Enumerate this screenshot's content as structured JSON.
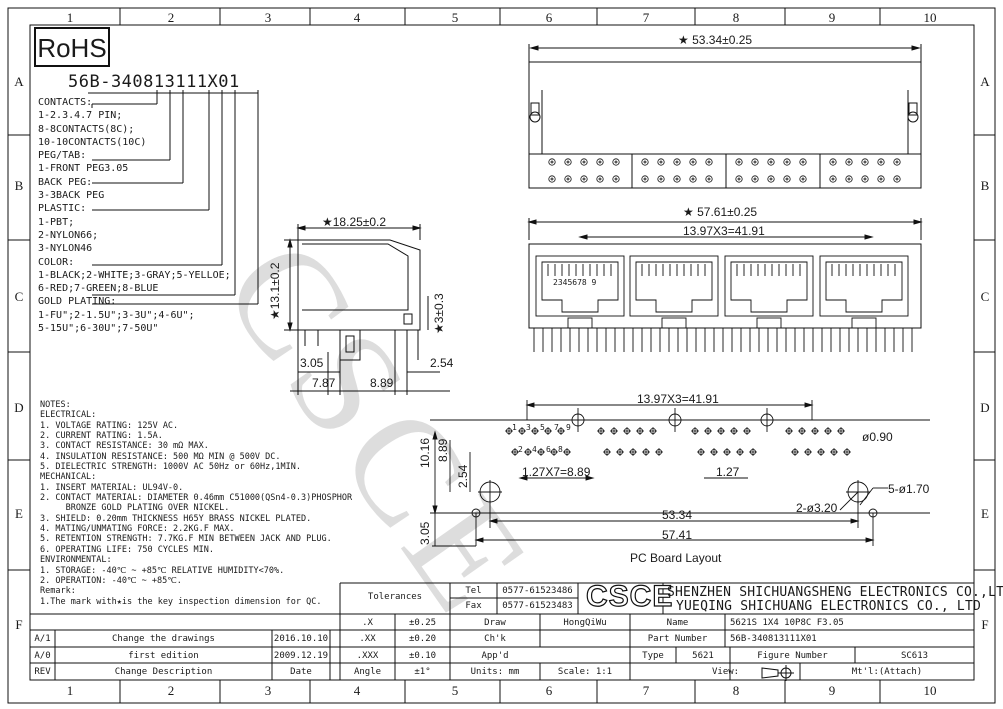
{
  "grid": {
    "numbers": [
      "1",
      "2",
      "3",
      "4",
      "5",
      "6",
      "7",
      "8",
      "9",
      "10"
    ],
    "letters": [
      "A",
      "B",
      "C",
      "D",
      "E",
      "F"
    ]
  },
  "rohs": "RoHS",
  "part_number_code": "56B-340813111X01",
  "legend": {
    "contacts_title": "CONTACTS:",
    "contacts": [
      "1-2.3.4.7 PIN;",
      "8-8CONTACTS(8C);",
      "10-10CONTACTS(10C)"
    ],
    "peg_title": "PEG/TAB:",
    "peg": [
      "1-FRONT PEG3.05"
    ],
    "backpeg_title": "BACK PEG:",
    "backpeg": [
      "3-3BACK PEG"
    ],
    "plastic_title": "PLASTIC:",
    "plastic": [
      "1-PBT;",
      "2-NYLON66;",
      "3-NYLON46"
    ],
    "color_title": "COLOR:",
    "color": [
      "1-BLACK;2-WHITE;3-GRAY;5-YELLOE;",
      "6-RED;7-GREEN;8-BLUE"
    ],
    "gold_title": "GOLD PLATING:",
    "gold": [
      "1-FU\";2-1.5U\";3-3U\";4-6U\";",
      "5-15U\";6-30U\";7-50U\""
    ]
  },
  "notes": [
    "NOTES:",
    "ELECTRICAL:",
    "1. VOLTAGE RATING: 125V AC.",
    "2. CURRENT RATING: 1.5A.",
    "3. CONTACT RESISTANCE: 30 mΩ MAX.",
    "4. INSULATION RESISTANCE: 500 MΩ MIN @ 500V DC.",
    "5. DIELECTRIC STRENGTH: 1000V AC 50Hz or 60Hz,1MIN.",
    "MECHANICAL:",
    "1. INSERT MATERIAL: UL94V-0.",
    "2. CONTACT MATERIAL: DIAMETER 0.46mm C51000(QSn4-0.3)PHOSPHOR",
    "     BRONZE GOLD PLATING OVER NICKEL.",
    "3. SHIELD: 0.20mm THICKNESS H65Y BRASS NICKEL PLATED.",
    "4. MATING/UNMATING FORCE: 2.2KG.F MAX.",
    "5. RETENTION STRENGTH: 7.7KG.F MIN BETWEEN JACK AND PLUG.",
    "6. OPERATING LIFE: 750 CYCLES MIN.",
    "ENVIRONMENTAL:",
    "1. STORAGE: -40℃ ~ +85℃ RELATIVE HUMIDITY<70%.",
    "2. OPERATION: -40℃ ~ +85℃.",
    "Remark:",
    "1.The mark with★is the key inspection dimension for QC."
  ],
  "dims": {
    "top_width": "★ 53.34±0.25",
    "side_depth": "★18.25±0.2",
    "side_height": "★13.1±0.2",
    "side_peg": "★3±0.3",
    "side_305": "3.05",
    "side_787": "7.87",
    "side_889": "8.89",
    "side_254": "2.54",
    "front_width": "★ 57.61±0.25",
    "front_pitch": "13.97X3=41.91",
    "pin_numbers": "2345678 9",
    "pcb_pitch": "13.97X3=41.91",
    "pcb_dia090": "ø0.90",
    "pcb_1016": "10.16",
    "pcb_889v": "8.89",
    "pcb_254": "2.54",
    "pcb_127x7": "1.27X7=8.89",
    "pcb_127": "1.27",
    "pcb_dia320": "2-ø3.20",
    "pcb_dia170": "5-ø1.70",
    "pcb_5334": "53.34",
    "pcb_5741": "57.41",
    "pcb_305": "3.05",
    "pcb_pin_labels": [
      "1",
      "3",
      "5",
      "7",
      "9",
      "2",
      "4",
      "6",
      "8"
    ],
    "pcb_layout_title": "PC Board Layout"
  },
  "watermark": "CSCE",
  "title_block": {
    "tolerances": "Tolerances",
    "tol_rows": [
      [
        ".X",
        "±0.25"
      ],
      [
        ".XX",
        "±0.20"
      ],
      [
        ".XXX",
        "±0.10"
      ],
      [
        "Angle",
        "±1°"
      ]
    ],
    "tel_label": "Tel",
    "tel": "0577-61523486",
    "fax_label": "Fax",
    "fax": "0577-61523483",
    "logo": "CSCE",
    "company_1": "SHENZHEN SHICHUANGSHENG ELECTRONICS CO.,LTD",
    "company_2": "YUEQING SHICHUANG ELECTRONICS CO., LTD",
    "draw_label": "Draw",
    "draw_name": "HongQiWu",
    "name_label": "Name",
    "name_value": "5621S 1X4 10P8C F3.05",
    "chk_label": "Ch'k",
    "part_number_label": "Part Number",
    "part_number_value": "56B-340813111X01",
    "app_label": "App'd",
    "type_label": "Type",
    "type_value": "5621",
    "figure_number_label": "Figure Number",
    "figure_number_value": "SC613",
    "units": "Units: mm",
    "scale": "Scale: 1:1",
    "view_label": "View:",
    "mt": "Mt'l:(Attach)",
    "revisions": [
      {
        "rev": "A/1",
        "desc": "Change the drawings",
        "date": "2016.10.10"
      },
      {
        "rev": "A/0",
        "desc": "first edition",
        "date": "2009.12.19"
      }
    ],
    "rev_header": {
      "rev": "REV",
      "desc": "Change Description",
      "date": "Date"
    }
  }
}
